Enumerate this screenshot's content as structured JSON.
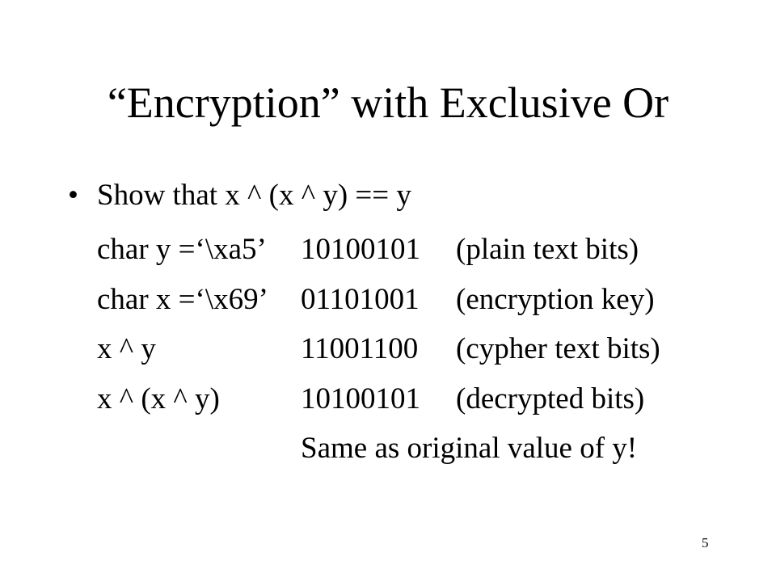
{
  "slide": {
    "title": "“Encryption” with Exclusive Or",
    "bullet": {
      "mark": "•",
      "text": "Show that x ^ (x ^ y) == y"
    },
    "rows": [
      {
        "expr": "char y =‘\\xa5’",
        "bits": "10100101",
        "desc": "(plain text bits)"
      },
      {
        "expr": "char x =‘\\x69’",
        "bits": "01101001",
        "desc": "(encryption key)"
      },
      {
        "expr": "x ^ y",
        "bits": "11001100",
        "desc": "(cypher text bits)"
      },
      {
        "expr": "x ^ (x ^ y)",
        "bits": "10100101",
        "desc": "(decrypted bits)"
      }
    ],
    "conclusion": "Same as original value of y!",
    "page_number": "5"
  }
}
